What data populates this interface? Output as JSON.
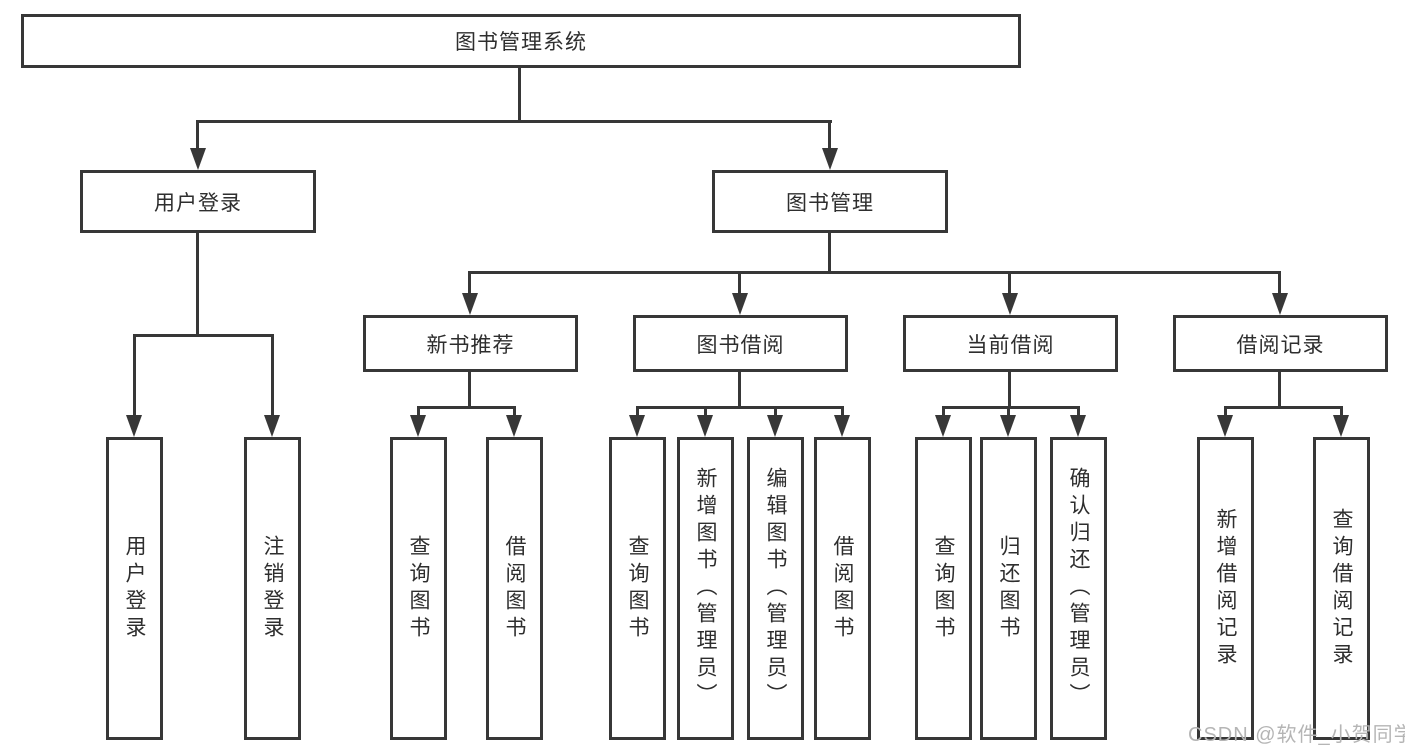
{
  "diagram": {
    "root": {
      "label": "图书管理系统"
    },
    "level2": [
      {
        "label": "用户登录"
      },
      {
        "label": "图书管理"
      }
    ],
    "level3": [
      {
        "label": "新书推荐"
      },
      {
        "label": "图书借阅"
      },
      {
        "label": "当前借阅"
      },
      {
        "label": "借阅记录"
      }
    ],
    "leaves": {
      "user_login": [
        "用户登录",
        "注销登录"
      ],
      "new_books": [
        "查询图书",
        "借阅图书"
      ],
      "book_borrow": [
        "查询图书",
        "新增图书（管理员）",
        "编辑图书（管理员）",
        "借阅图书"
      ],
      "current_borrow": [
        "查询图书",
        "归还图书",
        "确认归还（管理员）"
      ],
      "borrow_records": [
        "新增借阅记录",
        "查询借阅记录"
      ]
    }
  },
  "watermark": {
    "text": "CSDN @软件_小贺同学"
  },
  "colors": {
    "line": "#373737",
    "text": "#2e2e2e",
    "watermark": "#b5b5b5",
    "background": "#ffffff"
  }
}
